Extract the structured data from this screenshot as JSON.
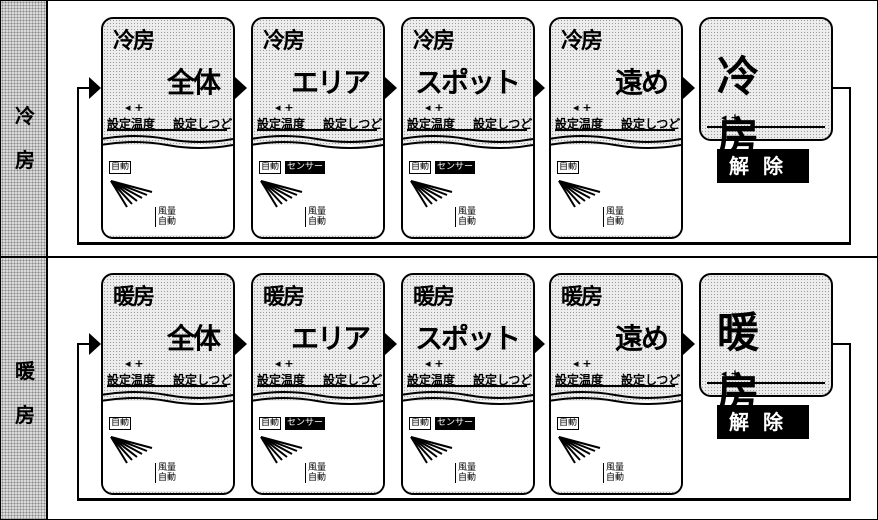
{
  "rows": [
    {
      "label": "冷房",
      "label_chars": [
        "冷",
        "房"
      ],
      "mode": "冷房",
      "panels": [
        {
          "target": "全体"
        },
        {
          "target": "エリア"
        },
        {
          "target": "スポット"
        },
        {
          "target": "遠め"
        }
      ],
      "final_label": "冷房"
    },
    {
      "label": "暖房",
      "label_chars": [
        "暖",
        "房"
      ],
      "mode": "暖房",
      "panels": [
        {
          "target": "全体"
        },
        {
          "target": "エリア"
        },
        {
          "target": "スポット"
        },
        {
          "target": "遠め"
        }
      ],
      "final_label": "暖房"
    }
  ],
  "common": {
    "marks": "◂ +",
    "set_temp": "設定温度",
    "set_humidity": "設定しつど",
    "auto": "自動",
    "sensor": "センサー",
    "fan_vol": "風量",
    "release": "解除"
  }
}
